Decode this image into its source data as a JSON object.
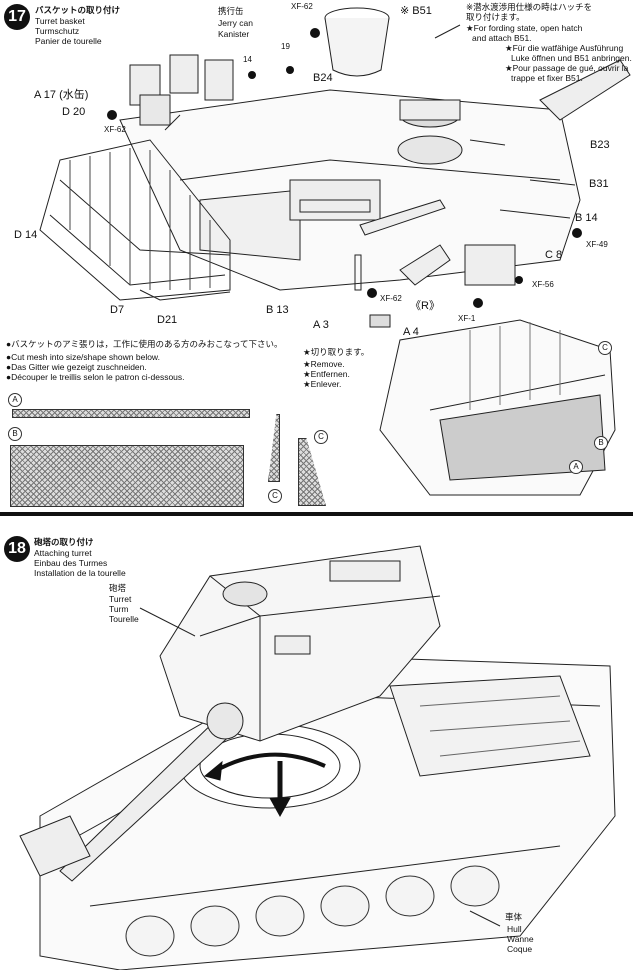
{
  "step17": {
    "number": "17",
    "title_jp": "バスケットの取り付け",
    "title_en": "Turret basket",
    "title_de": "Turmschutz",
    "title_fr": "Panier de tourelle",
    "jerrycan_jp": "携行缶",
    "jerrycan_en": "Jerry can",
    "jerrycan_de": "Kanister",
    "fording_jp1": "※潜水渡渉用仕様の時はハッチを",
    "fording_jp2": "取り付けます。",
    "fording_en1": "★For fording state, open hatch",
    "fording_en2": "and attach B51.",
    "fording_de1": "★Für die watfähige Ausführung",
    "fording_de2": "Luke öffnen und B51 anbringen.",
    "fording_fr1": "★Pour passage de gué, ouvrir la",
    "fording_fr2": "trappe et fixer B51.",
    "mesh_jp": "●バスケットのアミ張りは，工作に使用のある方のみおこなって下さい。",
    "mesh_en": "●Cut mesh into size/shape shown below.",
    "mesh_de": "●Das Gitter wie gezeigt zuschneiden.",
    "mesh_fr": "●Découper le treillis selon le patron ci-dessous.",
    "remove_jp": "★切り取ります。",
    "remove_en": "★Remove.",
    "remove_de": "★Entfernen.",
    "remove_fr": "★Enlever.",
    "parts": {
      "xf62a": "XF-62",
      "b51": "※ B51",
      "p19": "19",
      "p14": "14",
      "b24": "B24",
      "a17": "A 17 (水缶)",
      "d20": "D 20",
      "xf62b": "XF-62",
      "b23": "B23",
      "b31": "B31",
      "d14": "D 14",
      "b14": "B 14",
      "xf49": "XF-49",
      "c8": "C 8",
      "xf56": "XF-56",
      "r": "《R》",
      "xf62c": "XF-62",
      "xf1": "XF-1",
      "d7": "D7",
      "d21": "D21",
      "b13": "B 13",
      "a3": "A 3",
      "a4": "A 4"
    },
    "mesh_labels": {
      "a": "A",
      "b": "B",
      "c": "C"
    }
  },
  "step18": {
    "number": "18",
    "title_jp": "砲塔の取り付け",
    "title_en": "Attaching turret",
    "title_de": "Einbau des Turmes",
    "title_fr": "Installation de la tourelle",
    "turret_jp": "砲塔",
    "turret_en": "Turret",
    "turret_de": "Turm",
    "turret_fr": "Tourelle",
    "hull_jp": "車体",
    "hull_en": "Hull",
    "hull_de": "Wanne",
    "hull_fr": "Coque"
  }
}
